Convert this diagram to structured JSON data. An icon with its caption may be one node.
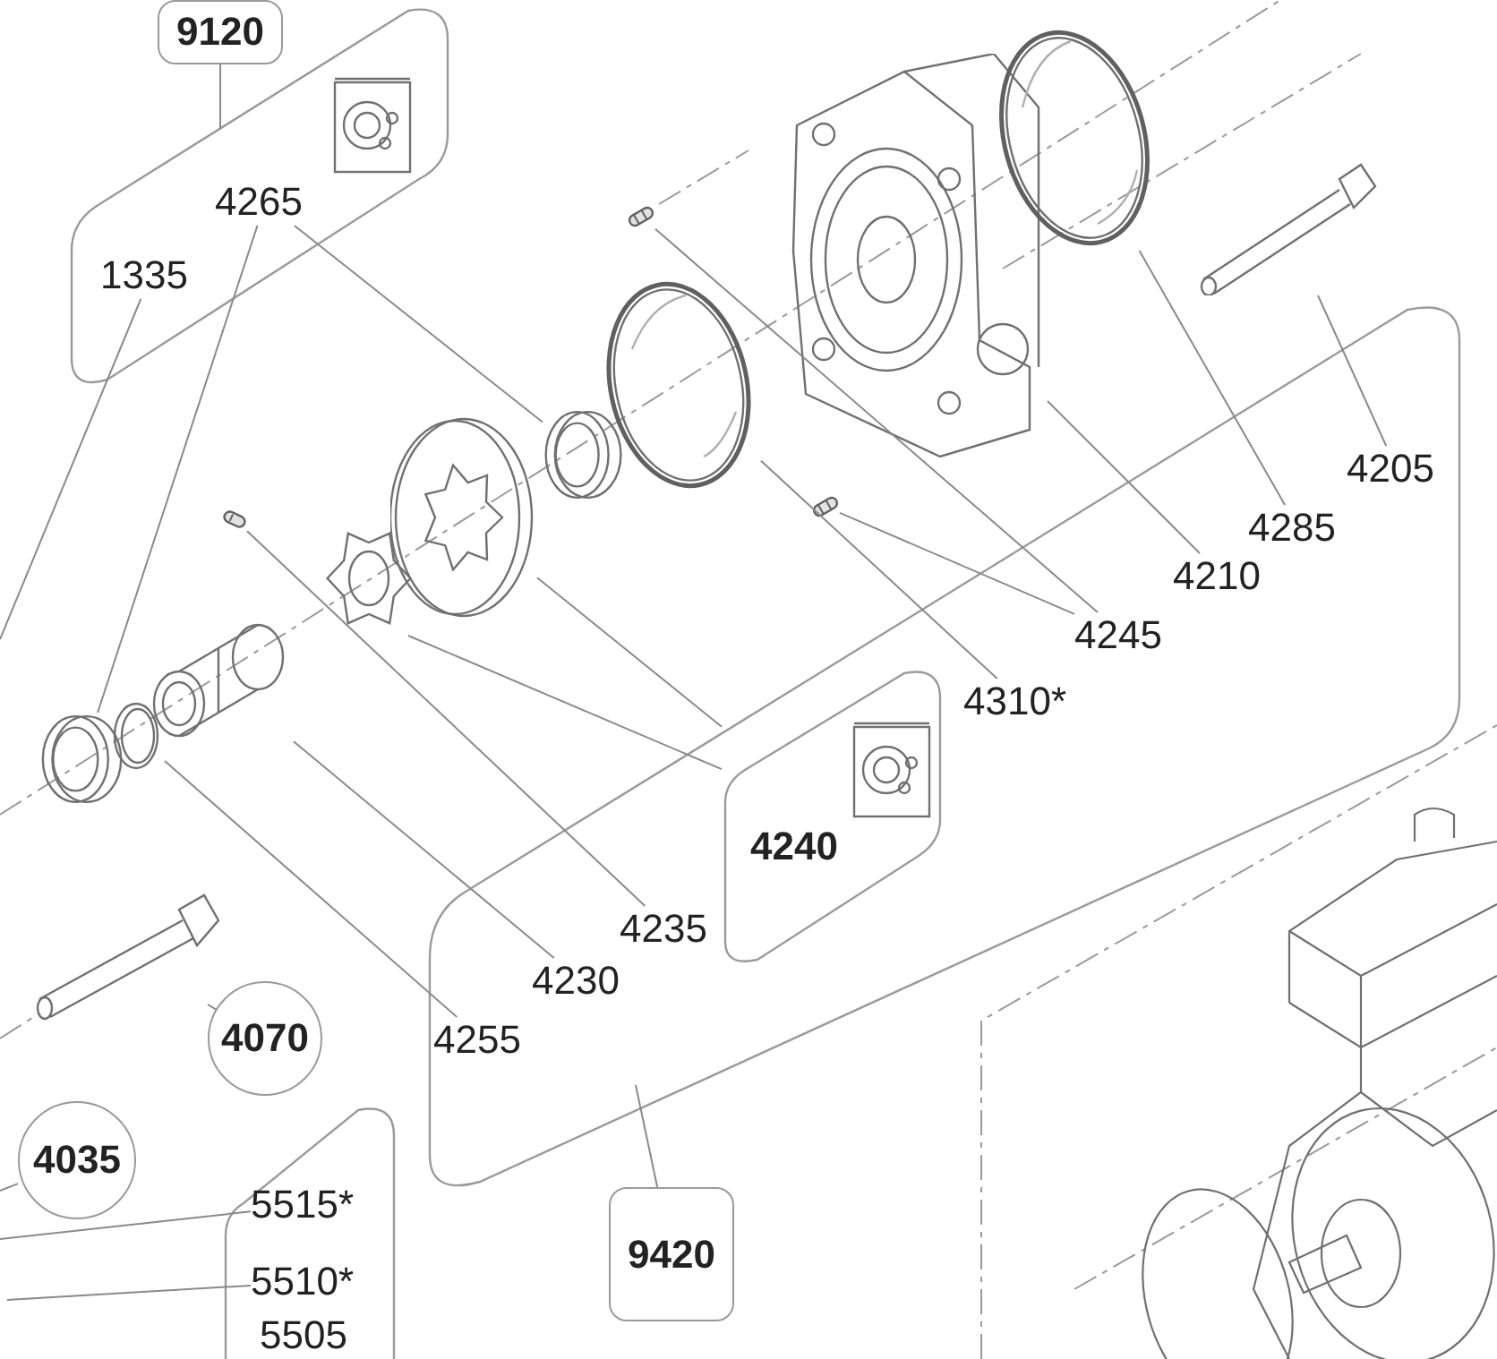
{
  "diagram": {
    "nodes": [
      {
        "text": [
          "9120"
        ]
      },
      {
        "text": [],
        "shape": "box"
      },
      {
        "text": [
          "4265"
        ],
        "in": 1
      },
      {
        "text": [
          "1335"
        ],
        "in": 1
      },
      {
        "text": [],
        "shape": "box"
      },
      {
        "text": [
          "4240"
        ],
        "in": 4
      },
      {
        "text": [
          "4245"
        ],
        "in": 4
      },
      {
        "text": [
          "4210"
        ],
        "in": 4
      },
      {
        "text": [
          "4285"
        ],
        "in": 4
      },
      {
        "text": [
          "4205"
        ],
        "in": 4
      },
      {
        "text": [
          "4310*"
        ],
        "in": 4
      },
      {
        "text": [
          "4235"
        ],
        "in": 4
      },
      {
        "text": [
          "4230"
        ],
        "in": 4
      },
      {
        "text": [
          "4255"
        ],
        "in": 4
      },
      {
        "text": [
          "9420"
        ]
      },
      {
        "text": [
          "4070"
        ]
      },
      {
        "text": [
          "4035"
        ]
      },
      {
        "text": [],
        "shape": "box"
      },
      {
        "text": [
          "5515*"
        ],
        "in": 17
      },
      {
        "text": [
          "5510*"
        ],
        "in": 17
      },
      {
        "text": [
          "5505"
        ],
        "in": 17
      },
      {
        "text": [],
        "shape": "picture"
      },
      {
        "text": [],
        "shape": "picture"
      },
      {
        "text": [],
        "shape": "picture"
      },
      {
        "text": [],
        "shape": "picture"
      },
      {
        "text": [],
        "shape": "picture"
      },
      {
        "text": [],
        "shape": "picture"
      },
      {
        "text": [],
        "shape": "picture"
      },
      {
        "text": [],
        "shape": "picture"
      },
      {
        "text": [],
        "shape": "picture"
      },
      {
        "text": [],
        "shape": "picture"
      },
      {
        "text": [],
        "shape": "picture"
      },
      {
        "text": [],
        "shape": "picture"
      },
      {
        "text": [],
        "shape": "picture"
      },
      {
        "text": [],
        "shape": "picture"
      }
    ],
    "edges": [
      {
        "from": 0,
        "to": 1,
        "arrow": "none"
      },
      {
        "from": 2,
        "to": 21,
        "arrow": "none"
      },
      {
        "from": 2,
        "to": 27,
        "arrow": "none"
      },
      {
        "from": 3,
        "to": null,
        "arrow": "none"
      },
      {
        "from": 5,
        "to": 26,
        "arrow": "none"
      },
      {
        "from": 5,
        "to": 25,
        "arrow": "none"
      },
      {
        "from": 6,
        "to": 29,
        "arrow": "none"
      },
      {
        "from": 6,
        "to": 31,
        "arrow": "none"
      },
      {
        "from": 7,
        "to": 30,
        "arrow": "none"
      },
      {
        "from": 8,
        "to": 32,
        "arrow": "none"
      },
      {
        "from": 9,
        "to": 33,
        "arrow": "none"
      },
      {
        "from": 10,
        "to": 28,
        "arrow": "none"
      },
      {
        "from": 11,
        "to": 24,
        "arrow": "none"
      },
      {
        "from": 12,
        "to": 23,
        "arrow": "none"
      },
      {
        "from": 13,
        "to": 22,
        "arrow": "none"
      },
      {
        "from": 14,
        "to": 4,
        "arrow": "none"
      },
      {
        "from": 15,
        "to": 34,
        "arrow": "none"
      },
      {
        "from": 16,
        "to": null,
        "arrow": "none"
      },
      {
        "from": 18,
        "to": null,
        "arrow": "none"
      },
      {
        "from": 19,
        "to": null,
        "arrow": "none"
      }
    ]
  }
}
